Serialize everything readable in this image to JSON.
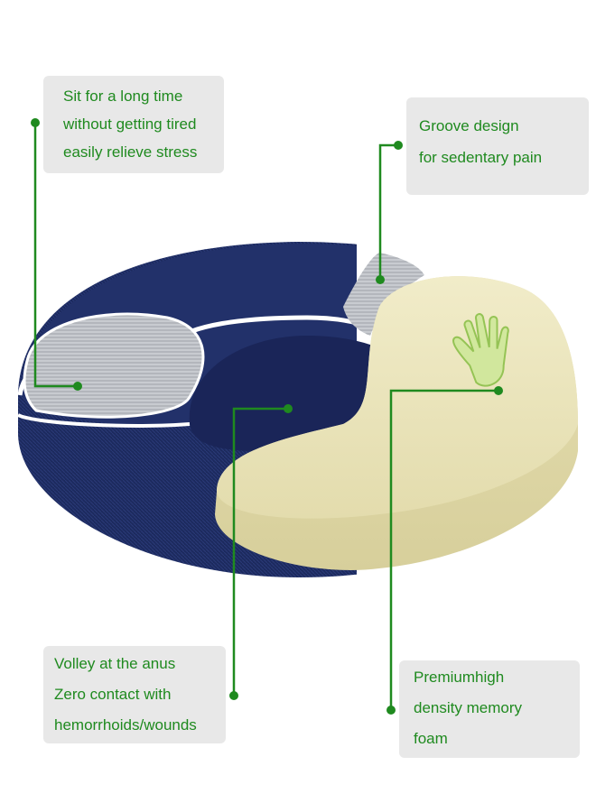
{
  "callouts": {
    "sit_relief": {
      "lines": [
        "Sit for a long time",
        "without getting tired",
        "easily relieve stress"
      ]
    },
    "groove": {
      "lines": [
        "Groove design",
        "for sedentary pain"
      ]
    },
    "volley": {
      "lines": [
        "Volley at the anus",
        "Zero contact with",
        "hemorrhoids/wounds"
      ]
    },
    "foam": {
      "lines": [
        "Premiumhigh",
        "density memory",
        "foam"
      ]
    }
  },
  "colors": {
    "accent_green": "#1f8a1f",
    "callout_bg": "#e8e8e8",
    "cushion_navy": "#1c2a5e",
    "foam_cream": "#ece6bf",
    "mesh_gray": "#b9bcc2"
  },
  "icons": {
    "handprint": "handprint-icon"
  }
}
